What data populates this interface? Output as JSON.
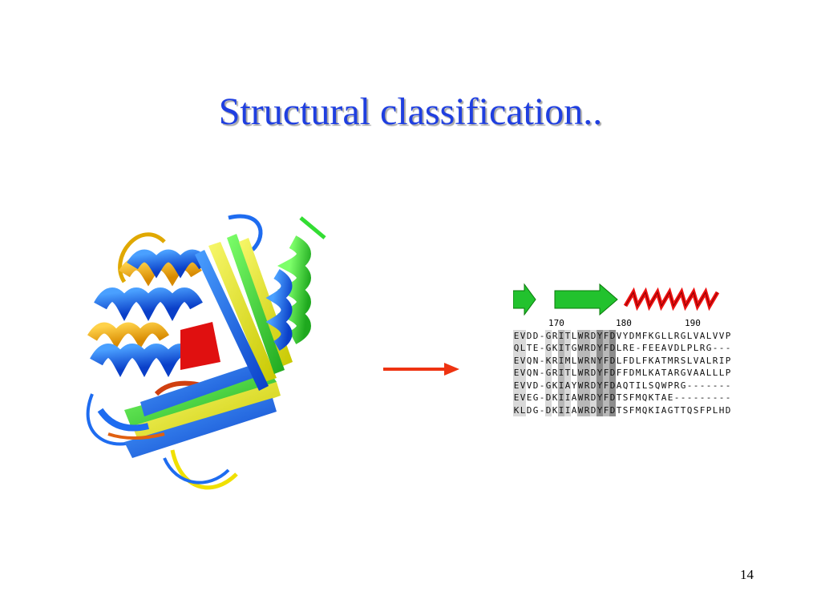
{
  "slide": {
    "title": "Structural classification..",
    "page_number": "14"
  },
  "alignment": {
    "position_labels": [
      "170",
      "180",
      "190"
    ],
    "rows": [
      "EVDD-GRITLWRDYFDVYDMFKGLLRGLVALVVP",
      "QLTE-GKITGWRDYFDLRE-FEEAVDLPLRG---",
      "EVQN-KRIMLWRNYFDLFDLFKATMRSLVALRIP",
      "EVQN-GRITLWRDYFDFFDMLKATARGVAALLLP",
      "EVVD-GKIAYWRDYFDAQTILSQWPRG-------",
      "EVEG-DKIIAWRDYFDTSFMQKTAE---------",
      "KLDG-DKIIAWRDYFDTSFMQKIAGTTQSFPLHD"
    ]
  },
  "colors": {
    "title": "#1f3fe0",
    "strand_arrow": "#22c22e",
    "helix_zigzag": "#ee1111",
    "pointer_arrow": "#ee3311",
    "shade_light": "#d9d9d9",
    "shade_mid": "#b8b8b8",
    "shade_dark": "#8c8c8c"
  }
}
